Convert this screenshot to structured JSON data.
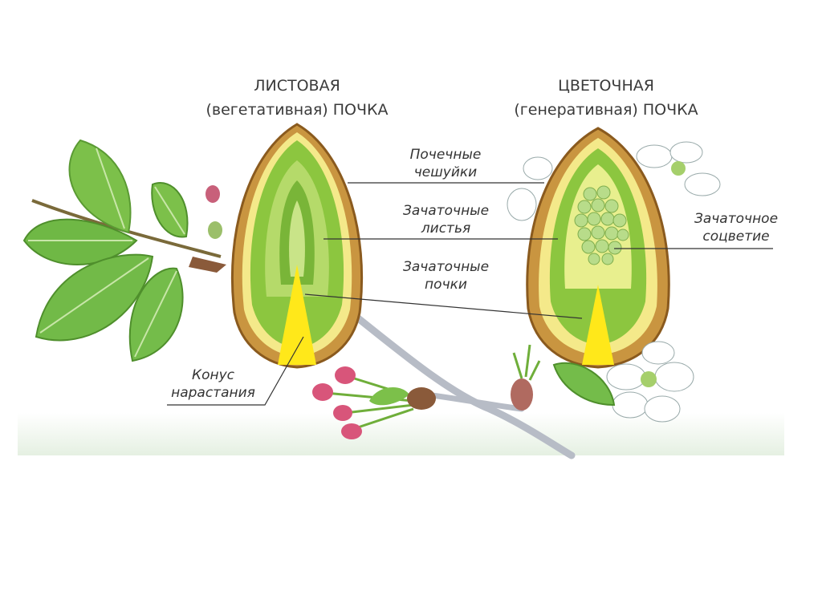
{
  "titles": {
    "left_line1": "ЛИСТОВАЯ",
    "left_line2": "(вегетативная) ПОЧКА",
    "right_line1": "ЦВЕТОЧНАЯ",
    "right_line2": "(генеративная) ПОЧКА"
  },
  "labels": {
    "scales_line1": "Почечные",
    "scales_line2": "чешуйки",
    "leaves_line1": "Зачаточные",
    "leaves_line2": "листья",
    "buds_line1": "Зачаточные",
    "buds_line2": "почки",
    "cone_line1": "Конус",
    "cone_line2": "нарастания",
    "inflorescence_line1": "Зачаточное",
    "inflorescence_line2": "соцветие"
  },
  "colors": {
    "leaf_green": "#6fb845",
    "bud_green": "#8cc63f",
    "bud_yellow": "#f2f28c",
    "scale_brown": "#b8822a",
    "cone_yellow": "#ffe81a",
    "stem_gray": "#b7bcc6",
    "ground_green": "#eaf3e8",
    "flower_white": "#ffffff",
    "pink_bud": "#d8557a"
  }
}
